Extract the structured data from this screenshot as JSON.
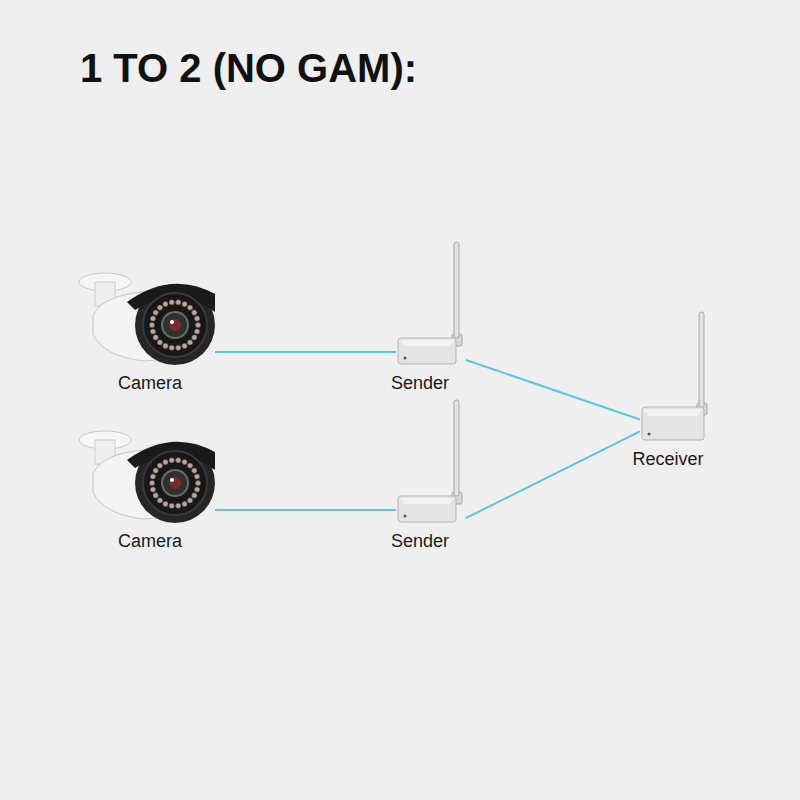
{
  "diagram": {
    "title": "1 TO 2 (NO GAM):",
    "nodes": [
      {
        "text": [
          "Camera"
        ]
      },
      {
        "text": [
          "Sender"
        ]
      },
      {
        "text": [
          "Receiver"
        ]
      },
      {
        "text": [
          "Camera"
        ]
      },
      {
        "text": [
          "Sender"
        ]
      }
    ],
    "edges": [
      {
        "from": 0,
        "to": 1,
        "arrow": "none"
      },
      {
        "from": 1,
        "to": 2,
        "arrow": "none"
      },
      {
        "from": 3,
        "to": 4,
        "arrow": "none"
      },
      {
        "from": 4,
        "to": 2,
        "arrow": "none"
      }
    ]
  }
}
